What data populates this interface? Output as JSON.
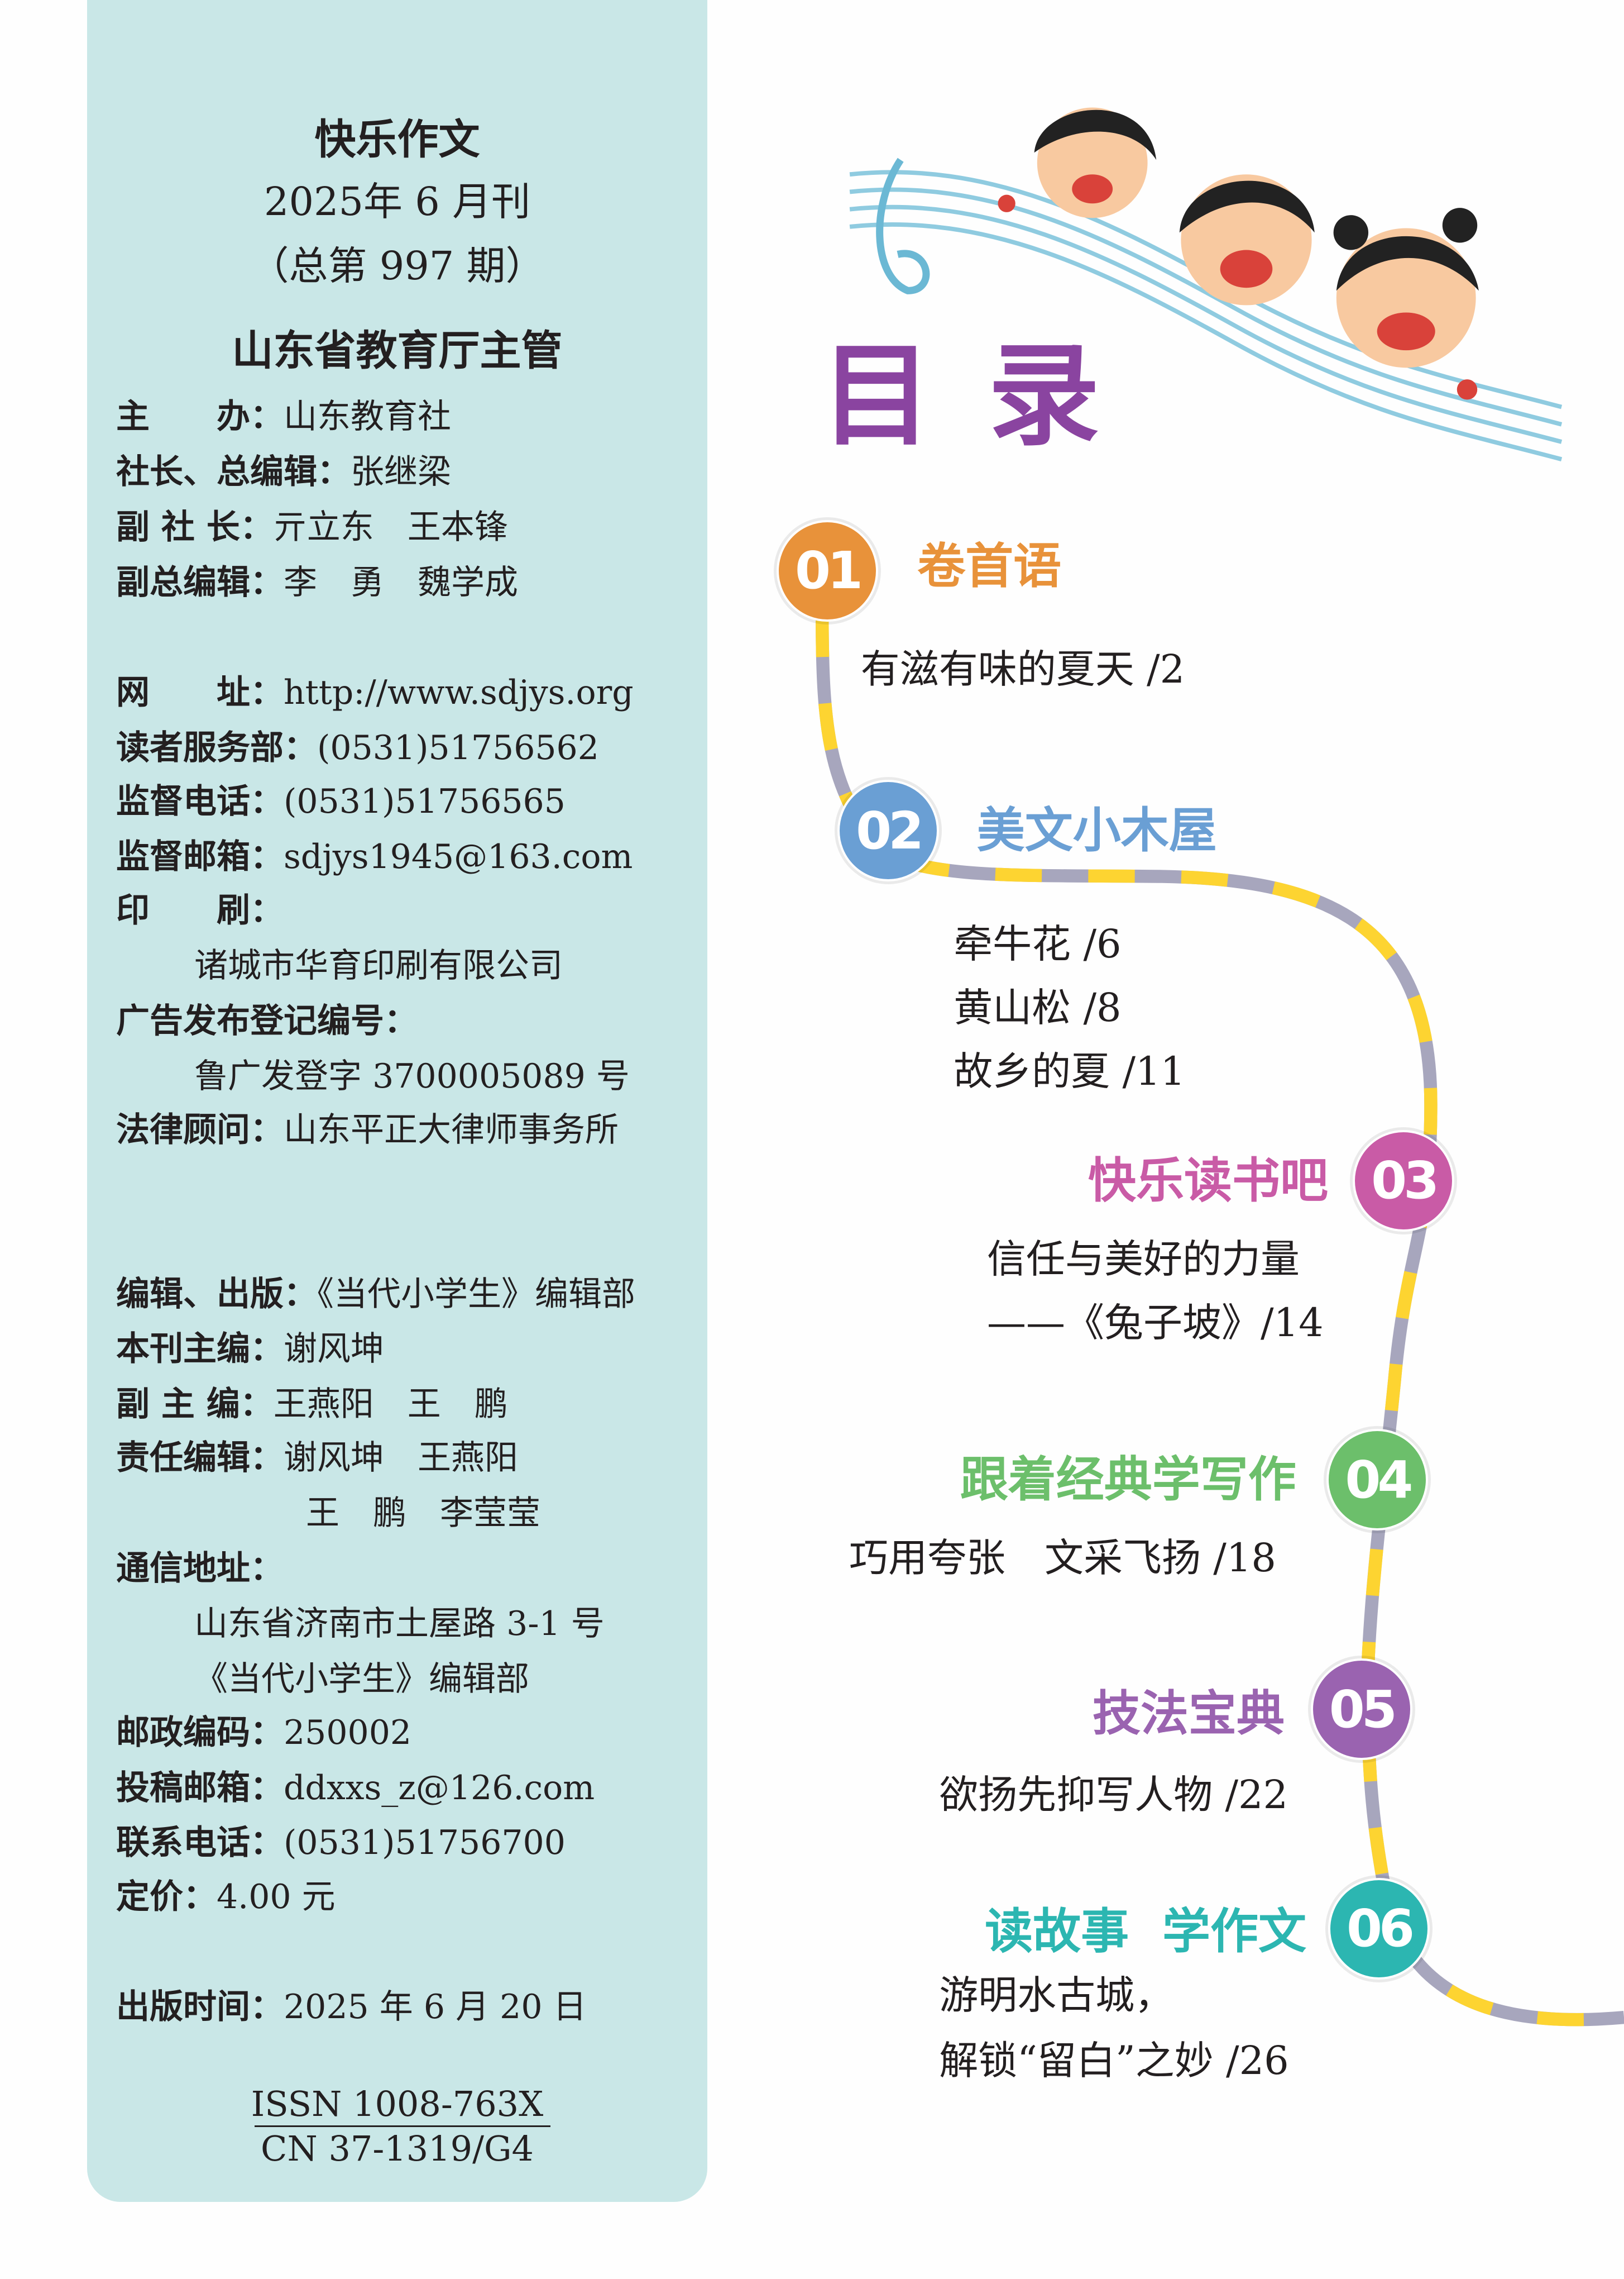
{
  "sidebar": {
    "magazine": "快乐作文",
    "issue": "2025年 6 月刊",
    "total_issue": "（总第 997 期）",
    "supervisor": "山东省教育厅主管",
    "rows": [
      {
        "label": "主　　办：",
        "value": "山东教育社"
      },
      {
        "label": "社长、总编辑：",
        "value": "张继梁"
      },
      {
        "label": "副 社 长：",
        "value": "亓立东　王本锋"
      },
      {
        "label": "副总编辑：",
        "value": "李　勇　魏学成"
      },
      {
        "label": "网　　址：",
        "value": "http://www.sdjys.org"
      },
      {
        "label": "读者服务部：",
        "value": "(0531)51756562"
      },
      {
        "label": "监督电话：",
        "value": "(0531)51756565"
      },
      {
        "label": "监督邮箱：",
        "value": "sdjys1945@163.com"
      },
      {
        "label": "印　　刷：",
        "value": ""
      },
      {
        "label": "",
        "value": "诸城市华育印刷有限公司"
      },
      {
        "label": "广告发布登记编号：",
        "value": ""
      },
      {
        "label": "",
        "value": "鲁广发登字 3700005089 号"
      },
      {
        "label": "法律顾问：",
        "value": "山东平正大律师事务所"
      },
      {
        "label": "编辑、出版：",
        "value": "《当代小学生》编辑部"
      },
      {
        "label": "本刊主编：",
        "value": "谢风坤"
      },
      {
        "label": "副 主 编：",
        "value": "王燕阳　王　鹏"
      },
      {
        "label": "责任编辑：",
        "value": "谢风坤　王燕阳"
      },
      {
        "label": "",
        "value": "王　鹏　李莹莹"
      },
      {
        "label": "通信地址：",
        "value": ""
      },
      {
        "label": "",
        "value": "山东省济南市土屋路 3-1 号"
      },
      {
        "label": "",
        "value": "《当代小学生》编辑部"
      },
      {
        "label": "邮政编码：",
        "value": "250002"
      },
      {
        "label": "投稿邮箱：",
        "value": "ddxxs_z@126.com"
      },
      {
        "label": "联系电话：",
        "value": "(0531)51756700"
      },
      {
        "label": "定价：",
        "value": "4.00 元"
      },
      {
        "label": "出版时间：",
        "value": "2025 年 6 月 20 日"
      }
    ],
    "issn": "ISSN 1008-763X",
    "cn": "CN 37-1319/G4"
  },
  "toc": {
    "title": "目录",
    "sections": [
      {
        "num": "01",
        "title": "卷首语",
        "color": "#e8923a",
        "items": [
          "有滋有味的夏天 /2"
        ]
      },
      {
        "num": "02",
        "title": "美文小木屋",
        "color": "#6a9fd4",
        "items": [
          "牵牛花 /6",
          "黄山松 /8",
          "故乡的夏 /11"
        ]
      },
      {
        "num": "03",
        "title": "快乐读书吧",
        "color": "#c95ba6",
        "items": [
          "信任与美好的力量",
          "——《兔子坡》/14"
        ]
      },
      {
        "num": "04",
        "title": "跟着经典学写作",
        "color": "#6cbf6b",
        "items": [
          "巧用夸张　文采飞扬 /18"
        ]
      },
      {
        "num": "05",
        "title": "技法宝典",
        "color": "#9a63b0",
        "items": [
          "欲扬先抑写人物 /22"
        ]
      },
      {
        "num": "06",
        "title": "读故事  学作文",
        "color": "#2cb6b1",
        "items": [
          "游明水古城，",
          "解锁“留白”之妙 /26"
        ]
      }
    ]
  }
}
